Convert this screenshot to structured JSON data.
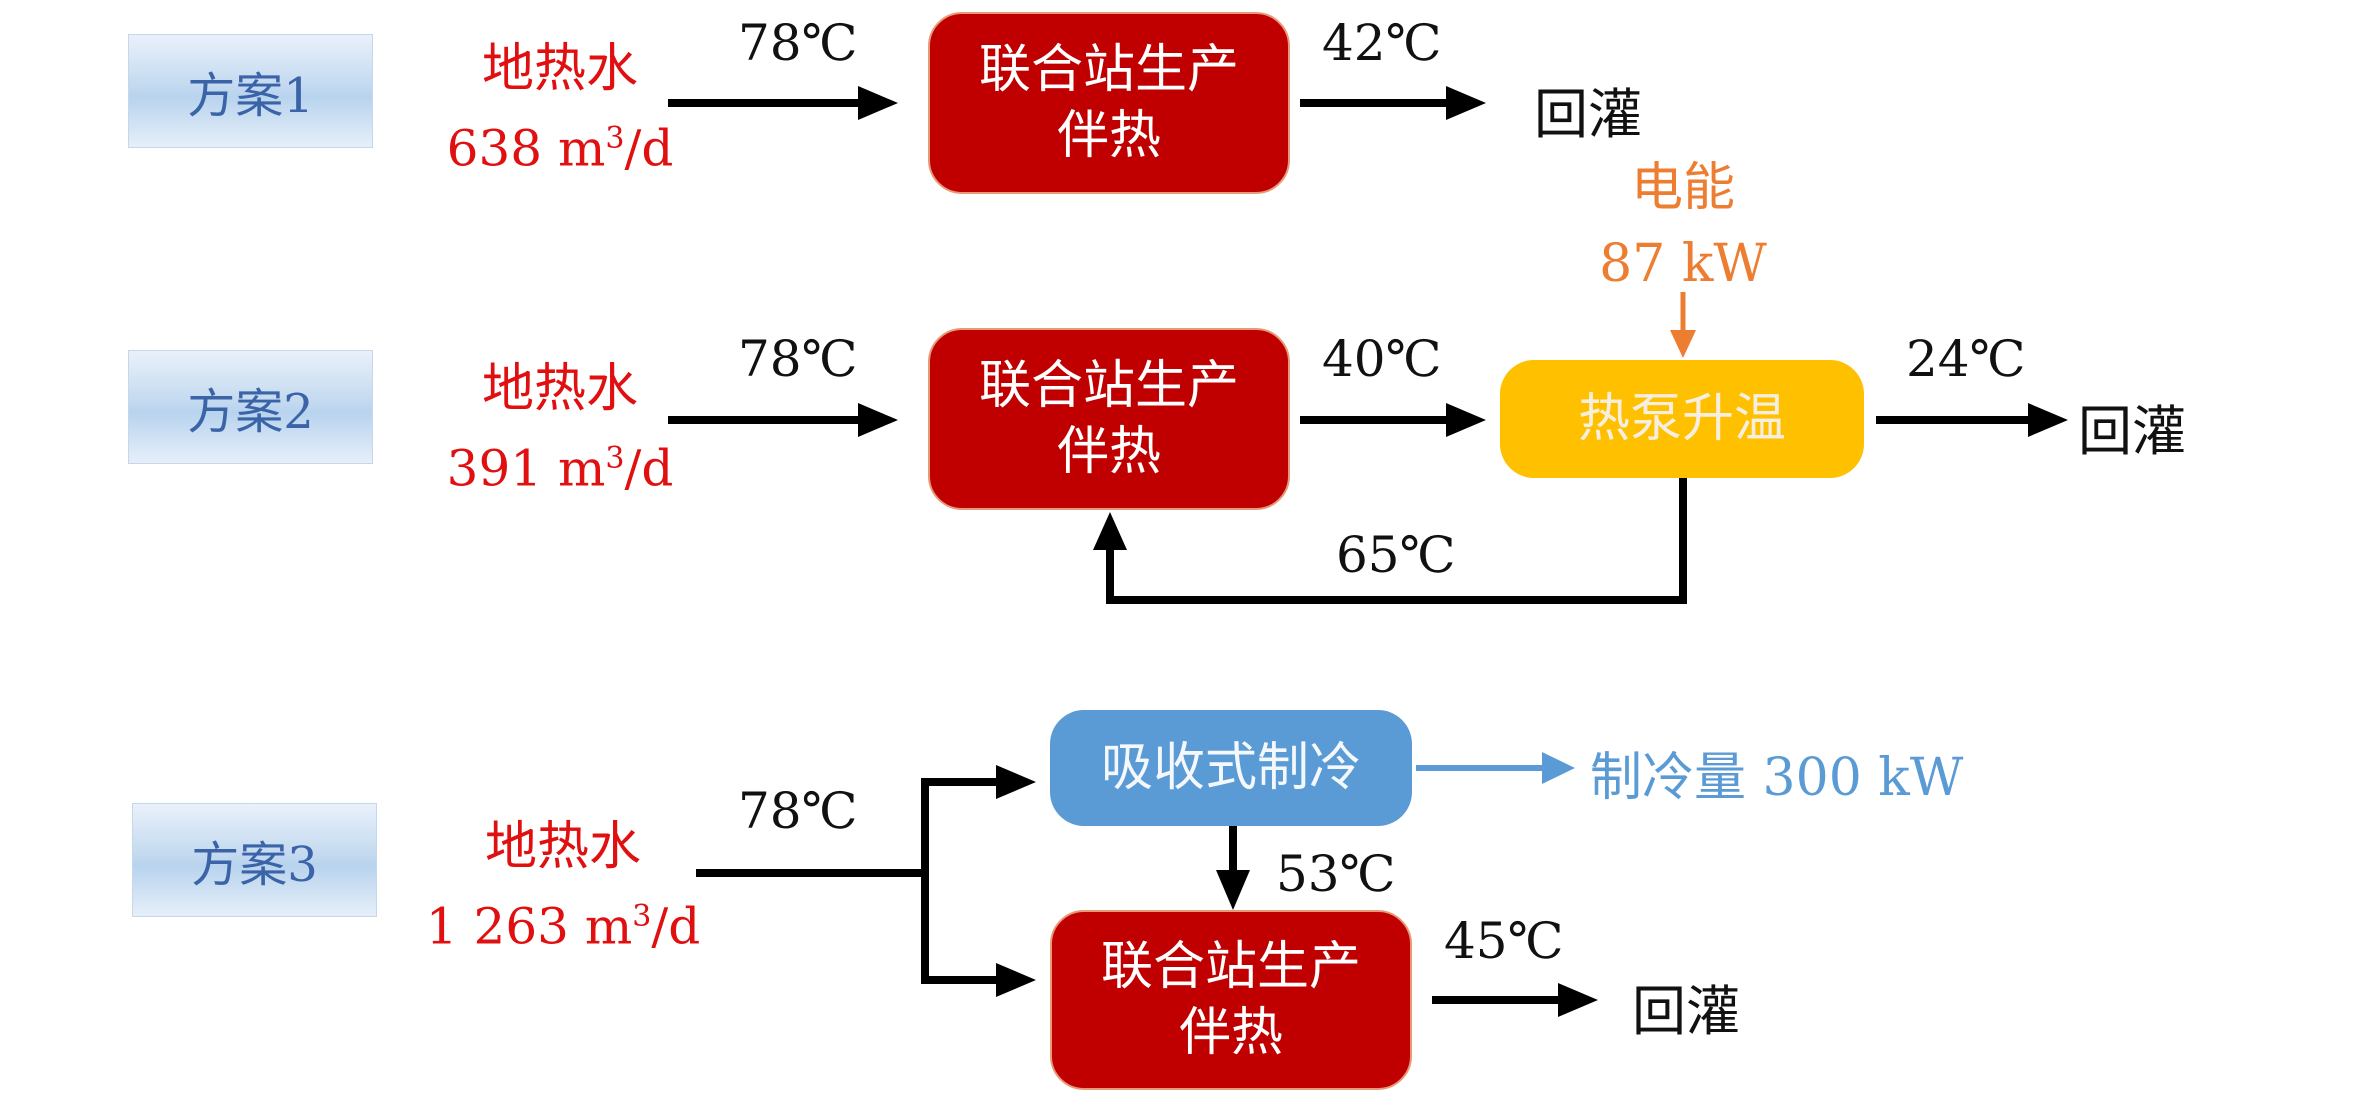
{
  "schemes": [
    {
      "label": "方案1",
      "source_name": "地热水",
      "source_flow_value": "638 m",
      "source_flow_exp": "3",
      "source_flow_unit": "/d",
      "inlet_temp": "78℃",
      "process": "联合站生产伴热",
      "outlet_temp": "42℃",
      "destination": "回灌"
    },
    {
      "label": "方案2",
      "source_name": "地热水",
      "source_flow_value": "391 m",
      "source_flow_exp": "3",
      "source_flow_unit": "/d",
      "inlet_temp": "78℃",
      "process": "联合站生产伴热",
      "outlet_temp": "40℃",
      "heat_pump": "热泵升温",
      "power_label": "电能",
      "power_value": "87 kW",
      "return_temp": "65℃",
      "final_temp": "24℃",
      "destination": "回灌"
    },
    {
      "label": "方案3",
      "source_name": "地热水",
      "source_flow_value": "1 263 m",
      "source_flow_exp": "3",
      "source_flow_unit": "/d",
      "inlet_temp": "78℃",
      "absorption": "吸收式制冷",
      "cooling_output": "制冷量 300 kW",
      "absorption_out_temp": "53℃",
      "process": "联合站生产伴热",
      "outlet_temp": "45℃",
      "destination": "回灌"
    }
  ],
  "colors": {
    "source_text": "#e01010",
    "process_box": "#c00000",
    "heat_pump_box": "#ffc000",
    "absorption_box": "#5b9bd5",
    "power_text": "#ed7d31",
    "cooling_text": "#5b9bd5",
    "scheme_label": "#3a63a8"
  }
}
